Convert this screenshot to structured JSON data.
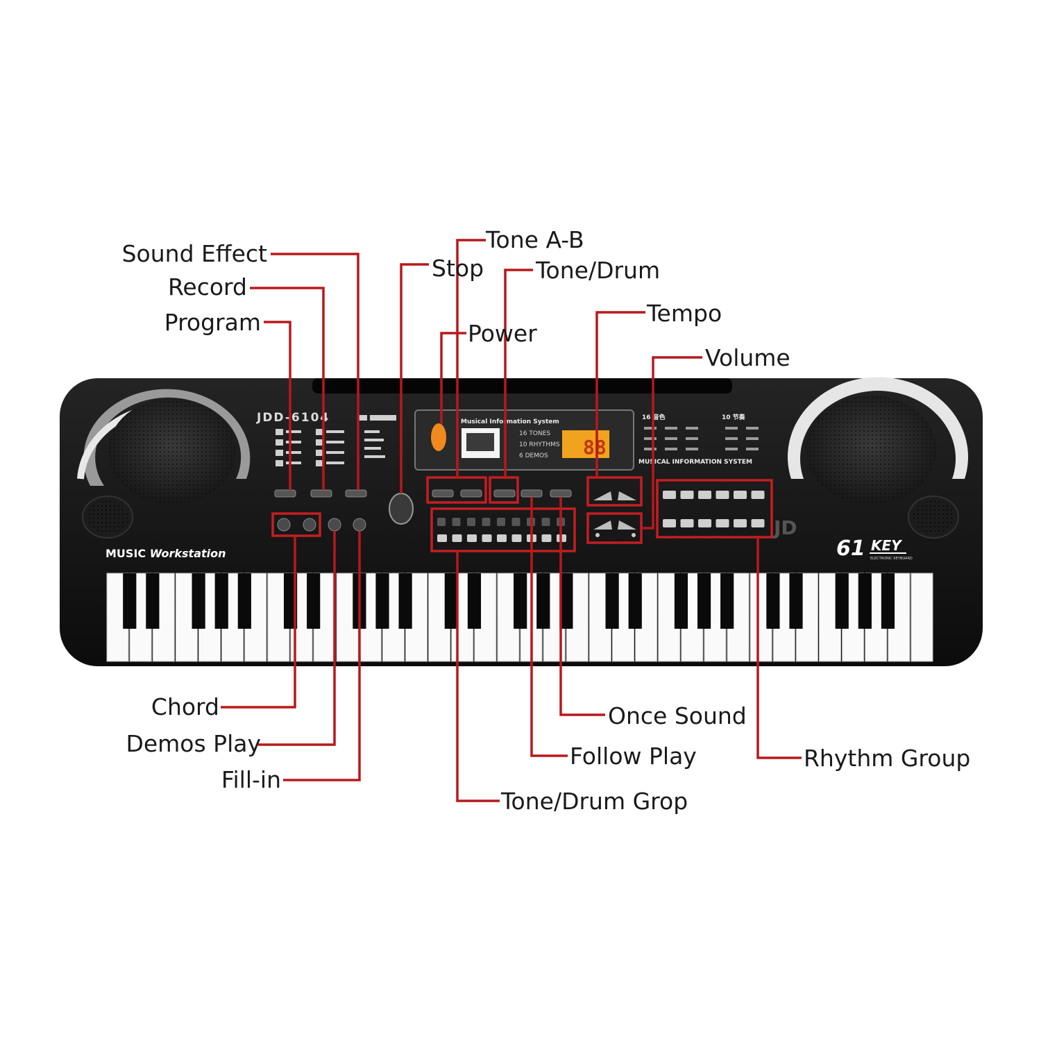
{
  "keyboard": {
    "model_label": "JDD-6104",
    "brand_text": "MUSIC Workstation",
    "brand_word1": "MUSIC",
    "brand_word2": "Workstation",
    "key_badge": "61 KEY",
    "key_badge_num": "61",
    "key_badge_word": "KEY",
    "key_badge_sub": "ELECTRONIC KEYBOARD",
    "display_title": "Musical Information System",
    "display_items": [
      "16 TONES",
      "10 RHYTHMS",
      "6 DEMOS"
    ],
    "display_digits": "88",
    "panel_caption": "MUSICAL INFORMATION SYSTEM",
    "panel_headers": [
      "16 音色",
      "10 节奏"
    ],
    "white_key_count": 36,
    "black_key_count": 25,
    "accent_color": "#c41e22",
    "body_color": "#121212"
  },
  "labels": [
    {
      "id": "sound-effect",
      "text": "Sound Effect"
    },
    {
      "id": "record",
      "text": "Record"
    },
    {
      "id": "program",
      "text": "Program"
    },
    {
      "id": "stop",
      "text": "Stop"
    },
    {
      "id": "tone-a-b",
      "text": "Tone A-B"
    },
    {
      "id": "tone-drum",
      "text": "Tone/Drum"
    },
    {
      "id": "power",
      "text": "Power"
    },
    {
      "id": "tempo",
      "text": "Tempo"
    },
    {
      "id": "volume",
      "text": "Volume"
    },
    {
      "id": "chord",
      "text": "Chord"
    },
    {
      "id": "demos-play",
      "text": "Demos Play"
    },
    {
      "id": "fill-in",
      "text": "Fill-in"
    },
    {
      "id": "once-sound",
      "text": "Once Sound"
    },
    {
      "id": "follow-play",
      "text": "Follow Play"
    },
    {
      "id": "rhythm-group",
      "text": "Rhythm Group"
    },
    {
      "id": "tone-drum-grop",
      "text": "Tone/Drum Grop"
    }
  ]
}
